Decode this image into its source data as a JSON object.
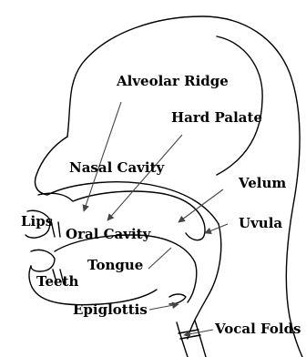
{
  "labels": {
    "alveolar_ridge": "Alveolar Ridge",
    "hard_palate": "Hard Palate",
    "nasal_cavity": "Nasal Cavity",
    "velum": "Velum",
    "lips": "Lips",
    "oral_cavity": "Oral Cavity",
    "uvula": "Uvula",
    "tongue": "Tongue",
    "teeth": "Teeth",
    "epiglottis": "Epiglottis",
    "vocal_folds": "Vocal Folds"
  }
}
